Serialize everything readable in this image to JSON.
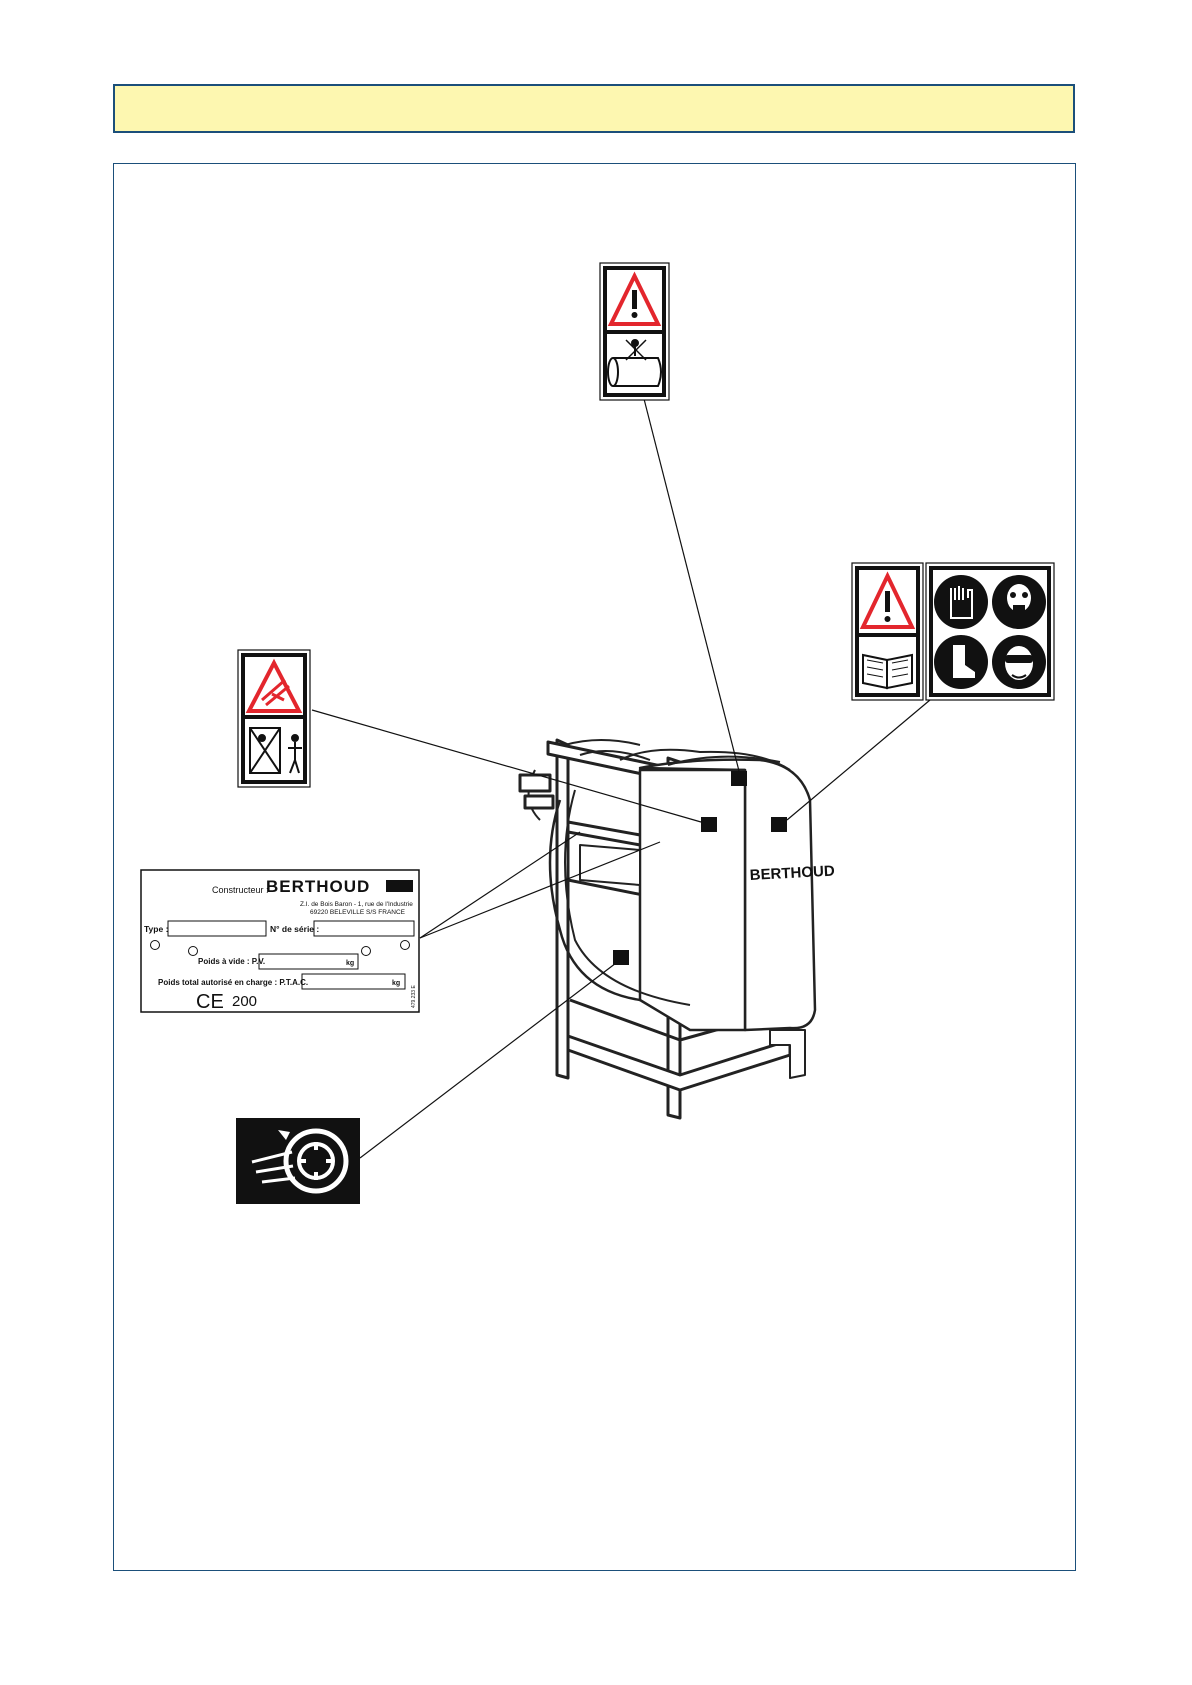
{
  "colors": {
    "frame": "#1b4f7a",
    "header_fill": "#fdf7b0",
    "warning_red": "#e3262d"
  },
  "icons": {
    "top": [
      "warning-triangle-icon",
      "no-climbing-on-tank-icon"
    ],
    "right": [
      "warning-triangle-icon",
      "read-manual-icon",
      "gloves-icon",
      "gas-mask-icon",
      "boots-icon",
      "goggles-icon"
    ],
    "left": [
      "crush-hazard-icon",
      "keep-clear-of-frame-icon"
    ],
    "bottom": [
      "pto-rotation-icon"
    ]
  },
  "sprayer": {
    "brand_text": "BERTHOUD"
  },
  "plate": {
    "constructeur_label": "Constructeur :",
    "brand": "BERTHOUD",
    "address_line1": "Z.I. de Bois Baron - 1, rue de l'Industrie",
    "address_line2": "69220 BELEVILLE S/S FRANCE",
    "type_label": "Type :",
    "serial_label": "N° de série :",
    "empty_weight_label": "Poids à vide : P.V.",
    "empty_weight_unit": "kg",
    "gvw_label": "Poids total autorisé en charge : P.T.A.C.",
    "gvw_unit": "kg",
    "ce_mark": "CE",
    "year_prefix": "200",
    "part_ref": "479.233 E"
  }
}
